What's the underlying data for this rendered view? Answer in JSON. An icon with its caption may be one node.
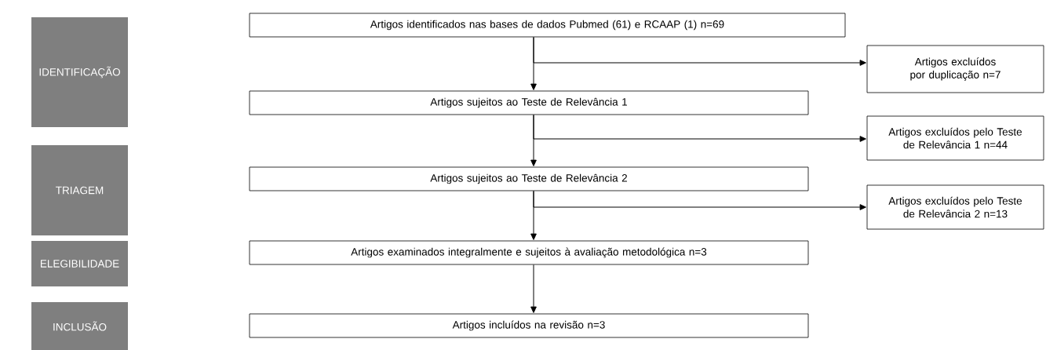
{
  "diagram": {
    "nodes": [
      {
        "text": [
          "IDENTIFICAÇÃO"
        ]
      },
      {
        "text": [
          "TRIAGEM"
        ]
      },
      {
        "text": [
          "ELEGIBILIDADE"
        ]
      },
      {
        "text": [
          "INCLUSÃO"
        ]
      },
      {
        "text": [
          "Artigos identificados nas bases de dados Pubmed (61) e RCAAP (1) n=69"
        ]
      },
      {
        "text": [
          "Artigos excluídos por duplicação n=7"
        ]
      },
      {
        "text": [
          "Artigos sujeitos ao Teste de Relevância 1"
        ]
      },
      {
        "text": [
          "Artigos excluídos pelo Teste de Relevância 1 n=44"
        ]
      },
      {
        "text": [
          "Artigos sujeitos ao Teste de Relevância 2"
        ]
      },
      {
        "text": [
          "Artigos excluídos pelo Teste de Relevância 2 n=13"
        ]
      },
      {
        "text": [
          "Artigos examinados integralmente e sujeitos à avaliação metodológica n=3"
        ]
      },
      {
        "text": [
          "Artigos incluídos na revisão n=3"
        ]
      }
    ],
    "edges": [
      {
        "from": 4,
        "to": 6,
        "arrow": "to"
      },
      {
        "from": 4,
        "to": 5,
        "arrow": "to"
      },
      {
        "from": 6,
        "to": 8,
        "arrow": "to"
      },
      {
        "from": 6,
        "to": 7,
        "arrow": "to"
      },
      {
        "from": 8,
        "to": 10,
        "arrow": "to"
      },
      {
        "from": 8,
        "to": 9,
        "arrow": "to"
      },
      {
        "from": 10,
        "to": 11,
        "arrow": "to"
      }
    ]
  }
}
